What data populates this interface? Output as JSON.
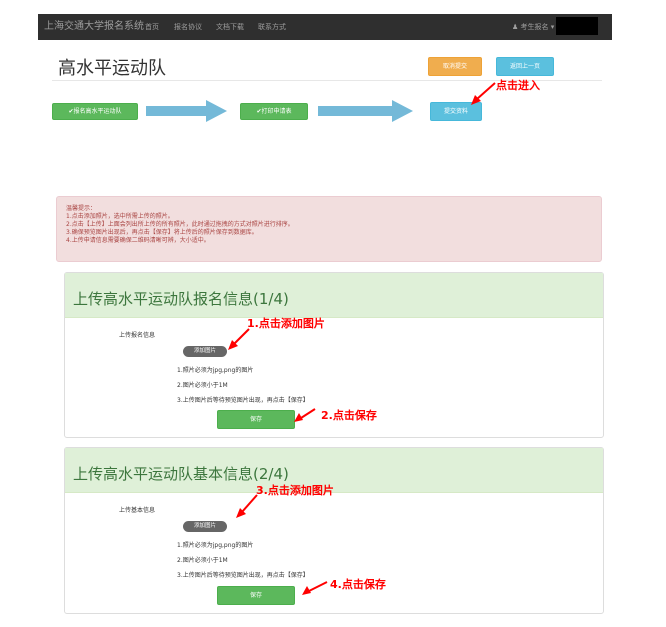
{
  "navbar": {
    "brand": "上海交通大学报名系统",
    "links": [
      "首页",
      "报名协议",
      "文档下载",
      "联系方式"
    ],
    "user_menu": "♟ 考生报名 ▾"
  },
  "page": {
    "title": "高水平运动队",
    "cancel_button": "取消提交",
    "back_button": "返回上一页"
  },
  "steps": [
    {
      "label": "✔报名高水平运动队"
    },
    {
      "label": "✔打印申请表"
    },
    {
      "label": "提交资料"
    }
  ],
  "annotations": {
    "enter": "点击进入",
    "step1": "1.点击添加图片",
    "step2": "2.点击保存",
    "step3": "3.点击添加图片",
    "step4": "4.点击保存"
  },
  "notice": {
    "lines": [
      "温馨提示：",
      "1.点击添加照片，选中所需上传的照片。",
      "2.点击【上传】上面会列出所上传的所有照片，此时通过拖拽的方式对照片进行排序。",
      "3.确保预览图片出现后，再点击【保存】将上传后的照片保存到数据库。",
      "4.上传申请信息需要确保二维码清晰可辨，大小适中。"
    ]
  },
  "panels": [
    {
      "title": "上传高水平运动队报名信息(1/4)",
      "field_label": "上传报名信息",
      "add_button": "添加图片",
      "notes": [
        "1.照片必须为jpg,png的图片",
        "2.图片必须小于1M",
        "3.上传图片后等待预览图片出现，再点击【保存】"
      ],
      "save_button": "保存"
    },
    {
      "title": "上传高水平运动队基本信息(2/4)",
      "field_label": "上传基本信息",
      "add_button": "添加图片",
      "notes": [
        "1.照片必须为jpg,png的图片",
        "2.图片必须小于1M",
        "3.上传图片后等待预览图片出现，再点击【保存】"
      ],
      "save_button": "保存"
    }
  ],
  "colors": {
    "annotation": "#ff0000",
    "step_green": "#5cb85c",
    "step_blue": "#5bc0de",
    "arrow": "#74b9d8"
  }
}
